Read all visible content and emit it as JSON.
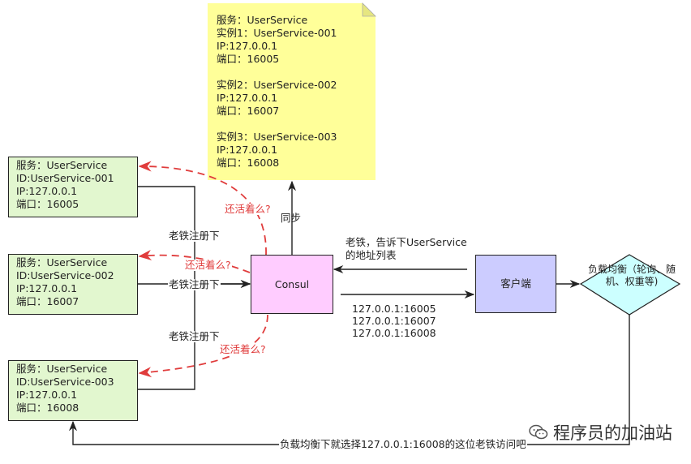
{
  "note": {
    "lines": [
      "服务：UserService",
      "实例1：UserService-001",
      "IP:127.0.0.1",
      "端口：16005",
      "",
      "实例2：UserService-002",
      "IP:127.0.0.1",
      "端口：16007",
      "",
      "实例3：UserService-003",
      "IP:127.0.0.1",
      "端口：16008"
    ]
  },
  "services": [
    {
      "lines": [
        "服务：UserService",
        "ID:UserService-001",
        "IP:127.0.0.1",
        "端口：16005"
      ]
    },
    {
      "lines": [
        "服务：UserService",
        "ID:UserService-002",
        "IP:127.0.0.1",
        "端口：16007"
      ]
    },
    {
      "lines": [
        "服务：UserService",
        "ID:UserService-003",
        "IP:127.0.0.1",
        "端口：16008"
      ]
    }
  ],
  "consul": {
    "label": "Consul",
    "color": "#ffccff"
  },
  "client": {
    "label": "客户端",
    "color": "#ccccff"
  },
  "loadbalancer": {
    "label": "负载均衡（轮询、随机、权重等)",
    "color": "#ccffff"
  },
  "labels": {
    "sync": "同步",
    "register_1": "老铁注册下",
    "register_2": "老铁注册下",
    "register_3": "老铁注册下",
    "alive_1": "还活着么?",
    "alive_2": "还活着么?",
    "alive_3": "还活着么?",
    "request_line1": "老铁，告诉下UserService",
    "request_line2": "的地址列表",
    "response_lines": [
      "127.0.0.1:16005",
      "127.0.0.1:16007",
      "127.0.0.1:16008"
    ],
    "bottom": "负载均衡下就选择127.0.0.1:16008的这位老铁访问吧"
  },
  "watermark": {
    "text": "程序员的加油站",
    "icon": "wechat-icon"
  },
  "colors": {
    "note": "#ffff99",
    "service": "#e2f7cf",
    "alive": "#e03c3c"
  }
}
